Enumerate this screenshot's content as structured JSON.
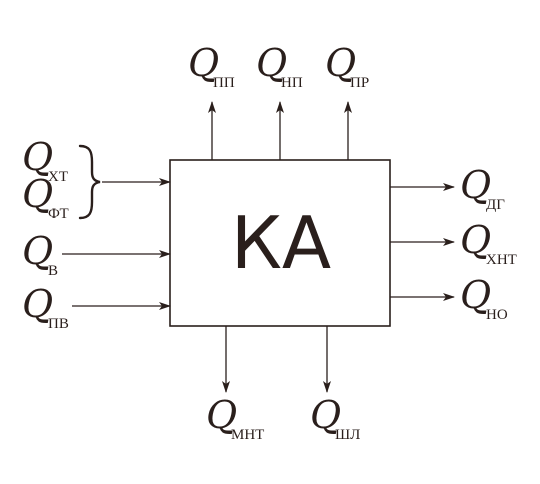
{
  "colors": {
    "ink": "#2a1f1c",
    "background": "#ffffff"
  },
  "box": {
    "label": "КА"
  },
  "flows": {
    "top": [
      {
        "symbol": "Q",
        "subscript": "ПП"
      },
      {
        "symbol": "Q",
        "subscript": "НП"
      },
      {
        "symbol": "Q",
        "subscript": "ПР"
      }
    ],
    "left_group": [
      {
        "symbol": "Q",
        "subscript": "ХТ"
      },
      {
        "symbol": "Q",
        "subscript": "ФТ"
      }
    ],
    "left": [
      {
        "symbol": "Q",
        "subscript": "В"
      },
      {
        "symbol": "Q",
        "subscript": "ПВ"
      }
    ],
    "right": [
      {
        "symbol": "Q",
        "subscript": "ДГ"
      },
      {
        "symbol": "Q",
        "subscript": "ХНТ"
      },
      {
        "symbol": "Q",
        "subscript": "НО"
      }
    ],
    "bottom": [
      {
        "symbol": "Q",
        "subscript": "МНТ"
      },
      {
        "symbol": "Q",
        "subscript": "ШЛ"
      }
    ]
  }
}
